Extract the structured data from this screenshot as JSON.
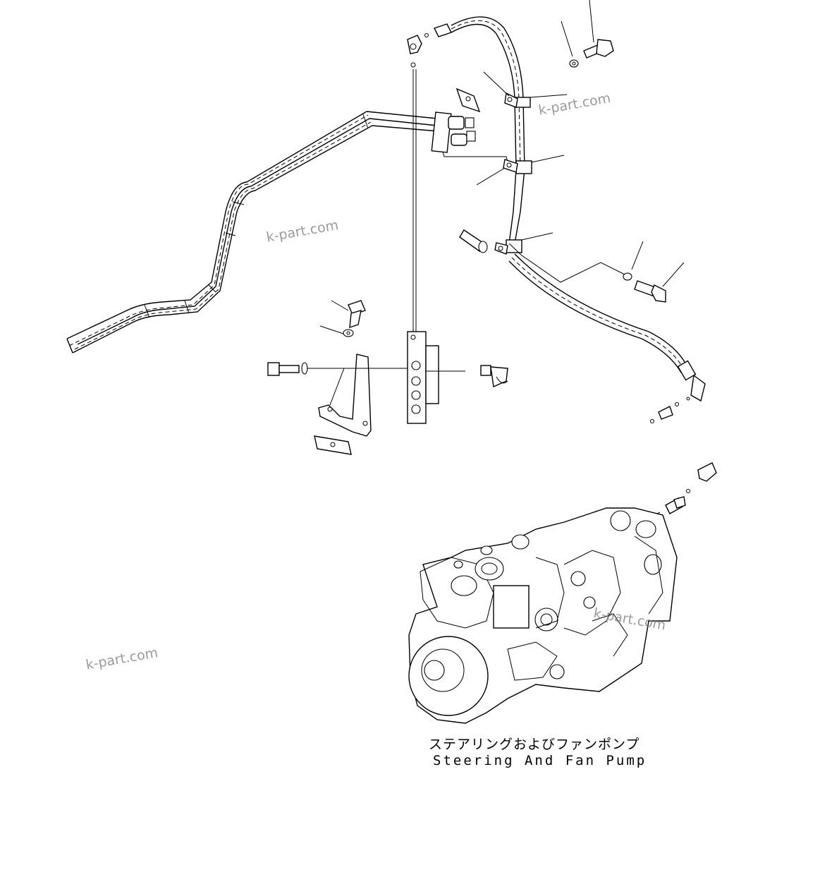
{
  "watermarks": {
    "wm1": "k-part.com",
    "wm2": "k-part.com",
    "wm3": "k-part.com",
    "wm4": "k-part.com"
  },
  "caption": {
    "japanese": "ステアリングおよびファンポンプ",
    "english": "Steering And Fan Pump"
  }
}
